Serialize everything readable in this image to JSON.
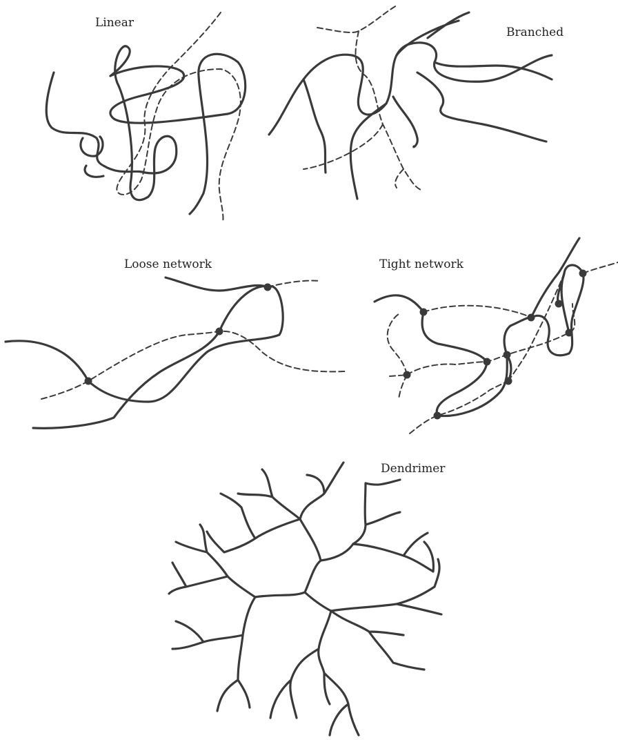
{
  "labels": {
    "linear": "Linear",
    "branched": "Branched",
    "loose_network": "Loose network",
    "tight_network": "Tight network",
    "dendrimer": "Dendrimer"
  },
  "colors": {
    "ink": "#3a3a3a",
    "background": "#ffffff"
  }
}
